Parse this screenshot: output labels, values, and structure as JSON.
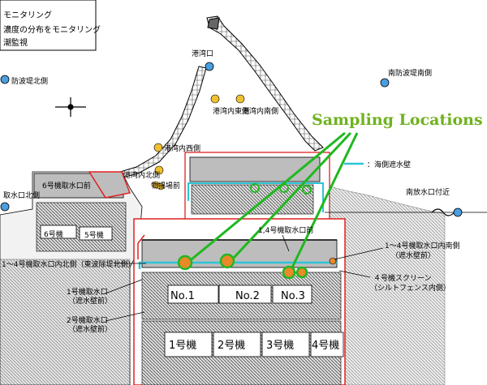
{
  "legend": {
    "line1": "モニタリング",
    "line2": "濃度の分布をモニタリング",
    "line3": "潮監視"
  },
  "title": "Sampling Locations",
  "colors": {
    "title": "#6fb21e",
    "pointer": "#1fb81f",
    "seawall": "#2ec4d6",
    "highlight": "#e02020",
    "monitor_dot": "#4a9fe0",
    "sample_dot": "#e8892a",
    "yellow_dot": "#f0c030"
  },
  "labels": {
    "port_entrance": "港湾口",
    "south_breakwater": "南防波堤南側",
    "north_breakwater": "防波堤北側",
    "inner_east": "港湾内東側",
    "inner_south": "港湾内南側",
    "inner_west": "港湾内西側",
    "inner_north": "港湾内北側",
    "physical_unload": "物揚場前",
    "unit6_intake": "6号機取水口前",
    "intake_north": "取水口北側",
    "south_outlet": "南放水口付近",
    "seawall_legend": "：海側遮水壁",
    "u14_intake_front": "1,4号機取水口前",
    "u14_intake_south": "1～4号機取水口内南側",
    "u14_intake_south_sub": "（遮水壁前）",
    "u14_intake_north": "1～4号機取水口内北側（東波除堤北側）",
    "u1_intake": "1号機取水口",
    "u1_intake_sub": "（遮水壁前）",
    "u2_intake": "2号機取水口",
    "u2_intake_sub": "（遮水壁前）",
    "u4_screen": "４号機スクリーン",
    "u4_screen_sub": "（シルトフェンス内側）",
    "u6_label": "6号機",
    "u5_label": "5号機",
    "no1": "No.1",
    "no2": "No.2",
    "no3": "No.3",
    "unit1": "1号機",
    "unit2": "2号機",
    "unit3": "3号機",
    "unit4": "4号機"
  }
}
